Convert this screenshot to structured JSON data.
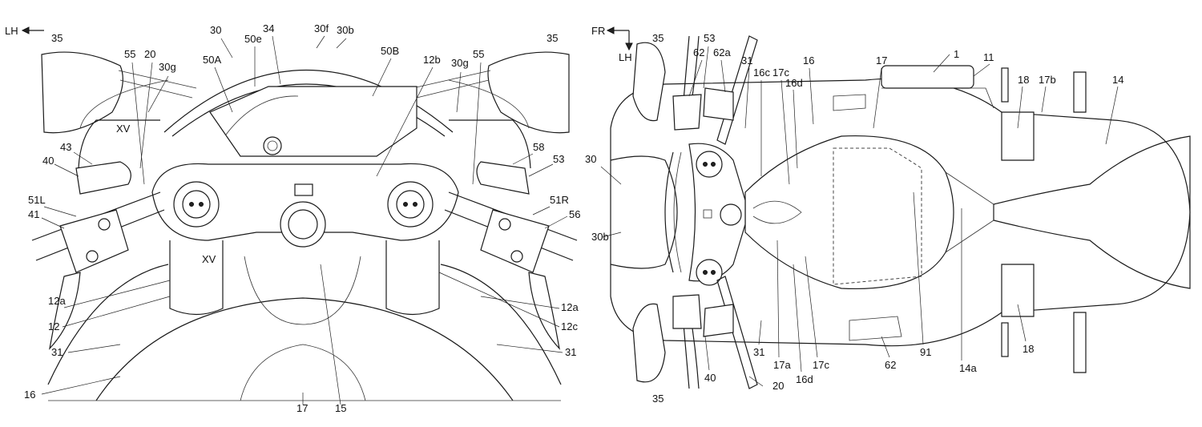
{
  "left_view": {
    "direction_label": "LH",
    "labels": [
      "35",
      "55",
      "20",
      "30g",
      "30",
      "50e",
      "34",
      "30f",
      "30b",
      "50B",
      "12b",
      "30g",
      "55",
      "35",
      "50A",
      "XV",
      "43",
      "40",
      "51L",
      "41",
      "58",
      "53",
      "51R",
      "56",
      "XV",
      "12a",
      "12",
      "31",
      "16",
      "17",
      "15",
      "12c",
      "12a",
      "31"
    ]
  },
  "right_view": {
    "direction_label_fr": "FR",
    "direction_label_lh": "LH",
    "labels": [
      "35",
      "53",
      "62",
      "62a",
      "31",
      "16c",
      "17c",
      "16d",
      "16",
      "17",
      "1",
      "11",
      "18",
      "17b",
      "14",
      "30",
      "30b",
      "18",
      "31",
      "17a",
      "16d",
      "17c",
      "62",
      "91",
      "14a",
      "40",
      "35",
      "20"
    ]
  },
  "icons": [
    "arrow-left-icon",
    "arrow-left-fr-icon",
    "arrow-down-lh-icon"
  ]
}
